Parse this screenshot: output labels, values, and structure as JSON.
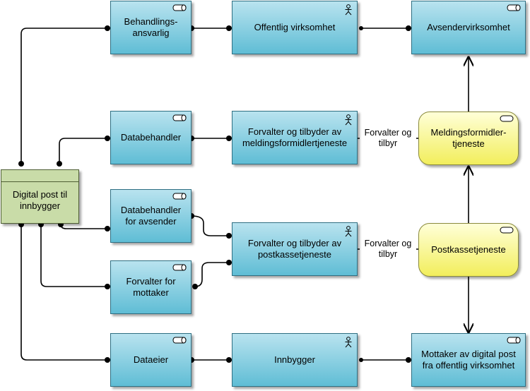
{
  "nodes": {
    "behandlingsansvarlig": "Behandlings-\nansvarlig",
    "offentlig_virksomhet": "Offentlig virksomhet",
    "avsendervirksomhet": "Avsendervirksomhet",
    "databehandler": "Databehandler",
    "forvalter_meldingsformidler": "Forvalter og tilbyder av\nmeldingsformidlertjeneste",
    "meldingsformidlertjeneste": "Meldingsformidler-\ntjeneste",
    "digital_post": "Digital post til\ninnbygger",
    "databehandler_avsender": "Databehandler\nfor avsender",
    "forvalter_postkasse": "Forvalter og tilbyder av\npostkassetjeneste",
    "postkassetjeneste": "Postkassetjeneste",
    "forvalter_mottaker": "Forvalter for\nmottaker",
    "dataeier": "Dataeier",
    "innbygger": "Innbygger",
    "mottaker": "Mottaker av digital post\nfra offentlig virksomhet"
  },
  "relations": {
    "forvalter_og_tilbyr_1": "Forvalter og\ntilbyr",
    "forvalter_og_tilbyr_2": "Forvalter og\ntilbyr"
  },
  "colors": {
    "role_fill": "#5fbdd5",
    "service_fill": "#f2ee5c",
    "object_fill": "#c9dca8",
    "line": "#000000"
  },
  "icons": {
    "role": "role-icon",
    "actor": "actor-icon",
    "service": "service-icon"
  }
}
